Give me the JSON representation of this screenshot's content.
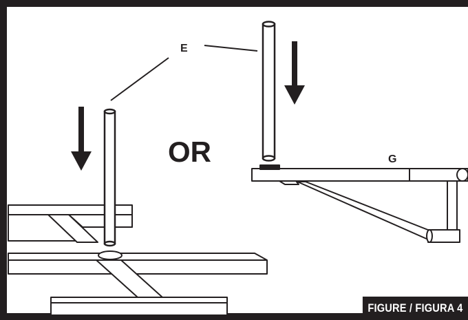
{
  "figure": {
    "caption": "FIGURE / FIGURA 4",
    "or_label": "OR",
    "label_e": "E",
    "label_g": "G"
  },
  "colors": {
    "ink": "#231f20",
    "paper": "#ffffff"
  },
  "icons": {
    "down_arrow": "down-arrow-icon"
  }
}
